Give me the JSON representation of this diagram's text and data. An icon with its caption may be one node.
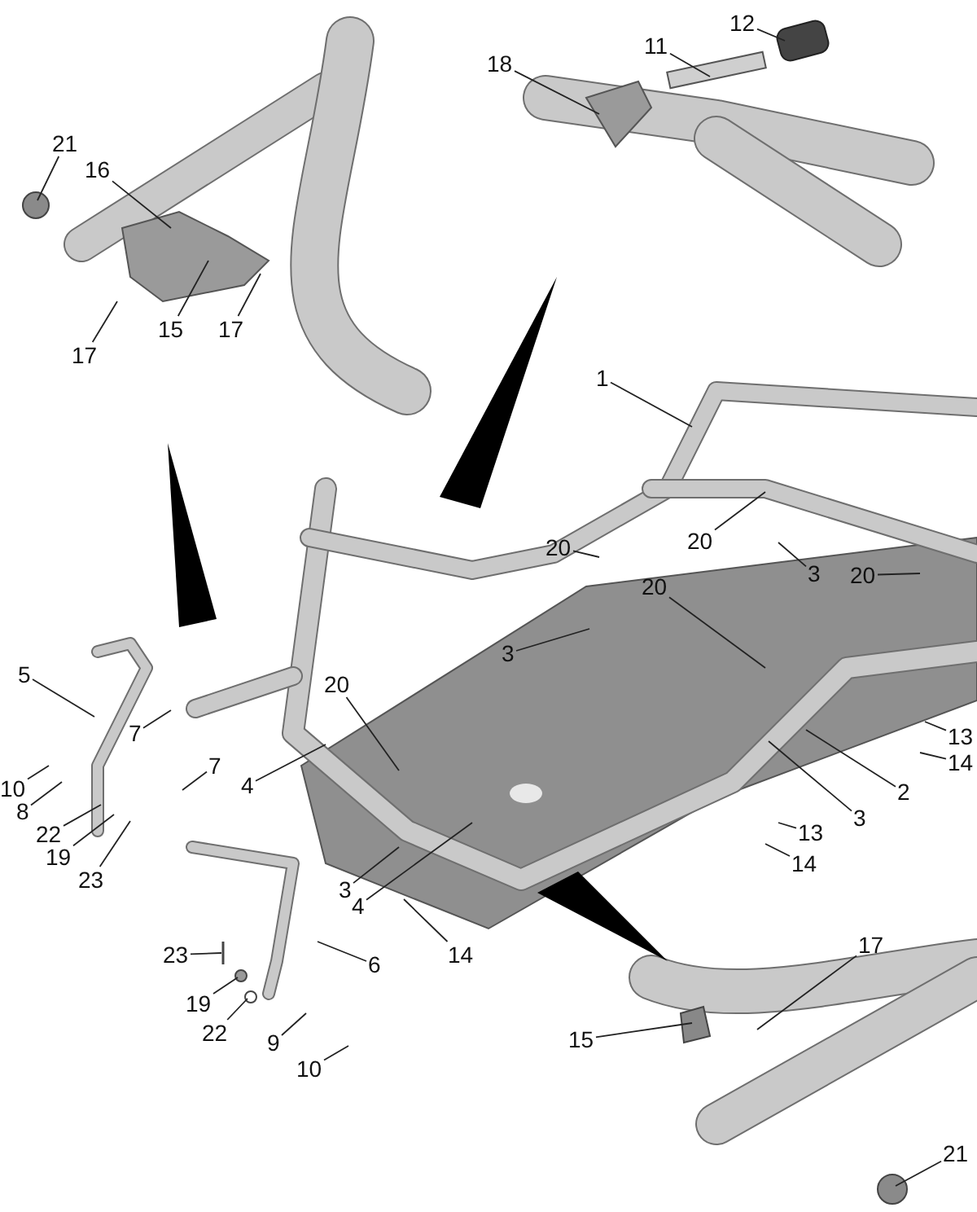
{
  "diagram": {
    "nodes": [
      {
        "text": [
          "21"
        ]
      },
      {
        "text": [
          "16"
        ]
      },
      {
        "text": [
          "17"
        ]
      },
      {
        "text": [
          "15"
        ]
      },
      {
        "text": [
          "17"
        ]
      },
      {
        "text": [
          "18"
        ]
      },
      {
        "text": [
          "11"
        ]
      },
      {
        "text": [
          "12"
        ]
      },
      {
        "text": [
          "1"
        ]
      },
      {
        "text": [
          "20"
        ]
      },
      {
        "text": [
          "20"
        ]
      },
      {
        "text": [
          "3"
        ]
      },
      {
        "text": [
          "20"
        ]
      },
      {
        "text": [
          "3"
        ]
      },
      {
        "text": [
          "20"
        ]
      },
      {
        "text": [
          "5"
        ]
      },
      {
        "text": [
          "7"
        ]
      },
      {
        "text": [
          "20"
        ]
      },
      {
        "text": [
          "4"
        ]
      },
      {
        "text": [
          "13"
        ]
      },
      {
        "text": [
          "14"
        ]
      },
      {
        "text": [
          "2"
        ]
      },
      {
        "text": [
          "10"
        ]
      },
      {
        "text": [
          "8"
        ]
      },
      {
        "text": [
          "22"
        ]
      },
      {
        "text": [
          "7"
        ]
      },
      {
        "text": [
          "19"
        ]
      },
      {
        "text": [
          "23"
        ]
      },
      {
        "text": [
          "3"
        ]
      },
      {
        "text": [
          "3"
        ]
      },
      {
        "text": [
          "4"
        ]
      },
      {
        "text": [
          "13"
        ]
      },
      {
        "text": [
          "14"
        ]
      },
      {
        "text": [
          "14"
        ]
      },
      {
        "text": [
          "6"
        ]
      },
      {
        "text": [
          "23"
        ]
      },
      {
        "text": [
          "19"
        ]
      },
      {
        "text": [
          "22"
        ]
      },
      {
        "text": [
          "9"
        ]
      },
      {
        "text": [
          "10"
        ]
      },
      {
        "text": [
          "17"
        ]
      },
      {
        "text": [
          "15"
        ]
      },
      {
        "text": [
          "21"
        ]
      }
    ],
    "edges": [
      {
        "from": 0,
        "to": null,
        "arrow": "none"
      },
      {
        "from": 1,
        "to": null,
        "arrow": "none"
      },
      {
        "from": 2,
        "to": null,
        "arrow": "none"
      },
      {
        "from": 3,
        "to": null,
        "arrow": "none"
      },
      {
        "from": 4,
        "to": null,
        "arrow": "none"
      },
      {
        "from": 5,
        "to": null,
        "arrow": "none"
      },
      {
        "from": 6,
        "to": null,
        "arrow": "none"
      },
      {
        "from": 7,
        "to": null,
        "arrow": "none"
      },
      {
        "from": 8,
        "to": null,
        "arrow": "none"
      },
      {
        "from": 9,
        "to": null,
        "arrow": "none"
      },
      {
        "from": 10,
        "to": null,
        "arrow": "none"
      },
      {
        "from": 11,
        "to": null,
        "arrow": "none"
      },
      {
        "from": 12,
        "to": null,
        "arrow": "none"
      },
      {
        "from": 13,
        "to": null,
        "arrow": "none"
      },
      {
        "from": 14,
        "to": null,
        "arrow": "none"
      },
      {
        "from": 15,
        "to": null,
        "arrow": "none"
      },
      {
        "from": 16,
        "to": null,
        "arrow": "none"
      },
      {
        "from": 17,
        "to": null,
        "arrow": "none"
      },
      {
        "from": 18,
        "to": null,
        "arrow": "none"
      },
      {
        "from": 19,
        "to": null,
        "arrow": "none"
      },
      {
        "from": 20,
        "to": null,
        "arrow": "none"
      },
      {
        "from": 21,
        "to": null,
        "arrow": "none"
      },
      {
        "from": 22,
        "to": null,
        "arrow": "none"
      },
      {
        "from": 23,
        "to": null,
        "arrow": "none"
      },
      {
        "from": 24,
        "to": null,
        "arrow": "none"
      },
      {
        "from": 25,
        "to": null,
        "arrow": "none"
      },
      {
        "from": 26,
        "to": null,
        "arrow": "none"
      },
      {
        "from": 27,
        "to": null,
        "arrow": "none"
      },
      {
        "from": 28,
        "to": null,
        "arrow": "none"
      },
      {
        "from": 29,
        "to": null,
        "arrow": "none"
      },
      {
        "from": 30,
        "to": null,
        "arrow": "none"
      },
      {
        "from": 31,
        "to": null,
        "arrow": "none"
      },
      {
        "from": 32,
        "to": null,
        "arrow": "none"
      },
      {
        "from": 33,
        "to": null,
        "arrow": "none"
      },
      {
        "from": 34,
        "to": null,
        "arrow": "none"
      },
      {
        "from": 35,
        "to": null,
        "arrow": "none"
      },
      {
        "from": 36,
        "to": null,
        "arrow": "none"
      },
      {
        "from": 37,
        "to": null,
        "arrow": "none"
      },
      {
        "from": 38,
        "to": null,
        "arrow": "none"
      },
      {
        "from": 39,
        "to": null,
        "arrow": "none"
      },
      {
        "from": 40,
        "to": null,
        "arrow": "none"
      },
      {
        "from": 41,
        "to": null,
        "arrow": "none"
      },
      {
        "from": 42,
        "to": null,
        "arrow": "none"
      }
    ]
  }
}
